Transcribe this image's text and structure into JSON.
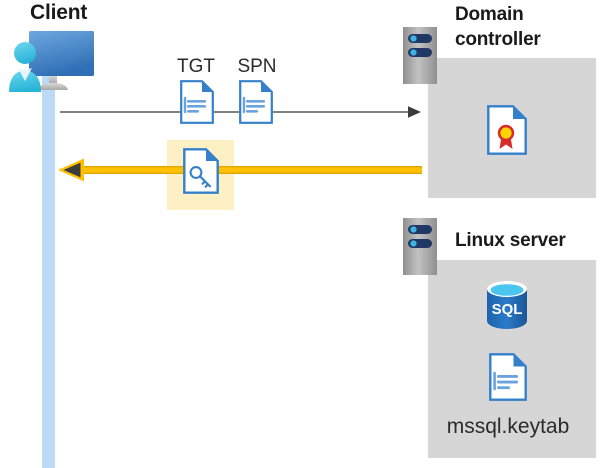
{
  "diagram": {
    "type": "kerberos-authentication-flow",
    "title_client": "Client",
    "title_domain_controller": "Domain controller",
    "title_linux_server": "Linux server"
  },
  "client": {
    "label": "Client",
    "icon": "user-with-monitor-icon",
    "lifeline_color": "#bcd9f5"
  },
  "messages": [
    {
      "id": "request",
      "direction": "client-to-domain-controller",
      "style": "thin-gray-arrow",
      "color": "#595959",
      "artifacts": [
        {
          "label": "TGT",
          "icon": "document-icon"
        },
        {
          "label": "SPN",
          "icon": "document-icon"
        }
      ]
    },
    {
      "id": "response",
      "direction": "domain-controller-to-client",
      "style": "thick-yellow-arrow",
      "color": "#ffc000",
      "highlighted": true,
      "highlight_color": "#fdf0c4",
      "artifacts": [
        {
          "label": "",
          "icon": "service-ticket-key-document-icon"
        }
      ]
    }
  ],
  "domain_controller": {
    "title": "Domain controller",
    "icon": "server-icon",
    "panel_color": "#d6d6d6",
    "contents": [
      {
        "label": "",
        "icon": "certificate-icon"
      }
    ]
  },
  "linux_server": {
    "title": "Linux server",
    "icon": "server-icon",
    "panel_color": "#d6d6d6",
    "contents": [
      {
        "label": "",
        "icon": "sql-database-icon",
        "text": "SQL"
      },
      {
        "label": "mssql.keytab",
        "icon": "document-icon"
      }
    ],
    "keytab_label": "mssql.keytab",
    "sql_text": "SQL"
  },
  "colors": {
    "accent_blue": "#3580cb",
    "document_fill": "#ffffff",
    "document_stroke": "#3580cb",
    "document_lines": "#6aa3dd",
    "arrow_yellow": "#ffc000",
    "arrow_gray": "#595959",
    "panel_gray": "#d6d6d6",
    "server_gray": "#a6a6a6",
    "server_navy": "#1f3864",
    "cert_red": "#d62c2c",
    "cert_gold": "#ffd400",
    "sql_blue": "#1a6fc4",
    "sql_top": "#49c5f0",
    "highlight": "#fdf0c4",
    "lifeline": "#bcd9f5"
  }
}
